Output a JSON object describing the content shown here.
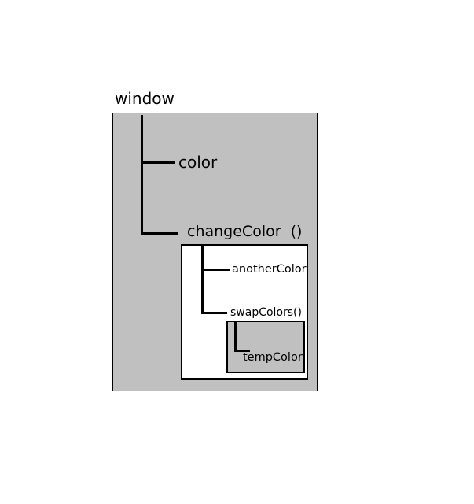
{
  "diagram": {
    "scopes": [
      {
        "label": "window",
        "fill": "#c0c0c0",
        "members": [
          "color",
          "changeColor  ()"
        ]
      },
      {
        "label": "changeColor  ()",
        "fill": "#ffffff",
        "members": [
          "anotherColor",
          "swapColors()"
        ]
      },
      {
        "label": "swapColors()",
        "fill": "#c0c0c0",
        "members": [
          "tempColor"
        ]
      }
    ],
    "labels": {
      "window": "window",
      "color": "color",
      "changeColor": "changeColor  ()",
      "anotherColor": "anotherColor",
      "swapColors": "swapColors()",
      "tempColor": "tempColor"
    }
  }
}
